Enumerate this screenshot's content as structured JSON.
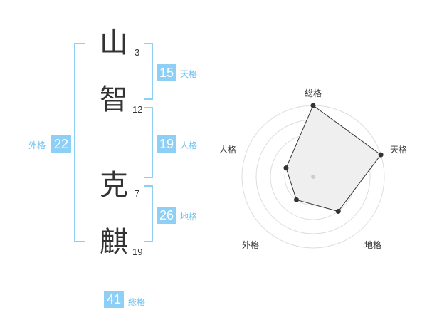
{
  "name": {
    "characters": [
      {
        "char": "山",
        "strokes": "3"
      },
      {
        "char": "智",
        "strokes": "12"
      },
      {
        "char": "克",
        "strokes": "7"
      },
      {
        "char": "麒",
        "strokes": "19"
      }
    ]
  },
  "fortunes": {
    "tenkaku": {
      "label": "天格",
      "value": "15"
    },
    "jinkaku": {
      "label": "人格",
      "value": "19"
    },
    "chikaku": {
      "label": "地格",
      "value": "26"
    },
    "gaikaku": {
      "label": "外格",
      "value": "22"
    },
    "soukaku": {
      "label": "総格",
      "value": "41"
    }
  },
  "radar": {
    "axis_labels": [
      "総格",
      "天格",
      "地格",
      "外格",
      "人格"
    ],
    "levels": 4,
    "scores": [
      4,
      4,
      2,
      1,
      1
    ],
    "colors": {
      "ring": "#dddddd",
      "fill": "#efefef",
      "line": "#333333",
      "point": "#333333",
      "center": "#cccccc"
    }
  }
}
